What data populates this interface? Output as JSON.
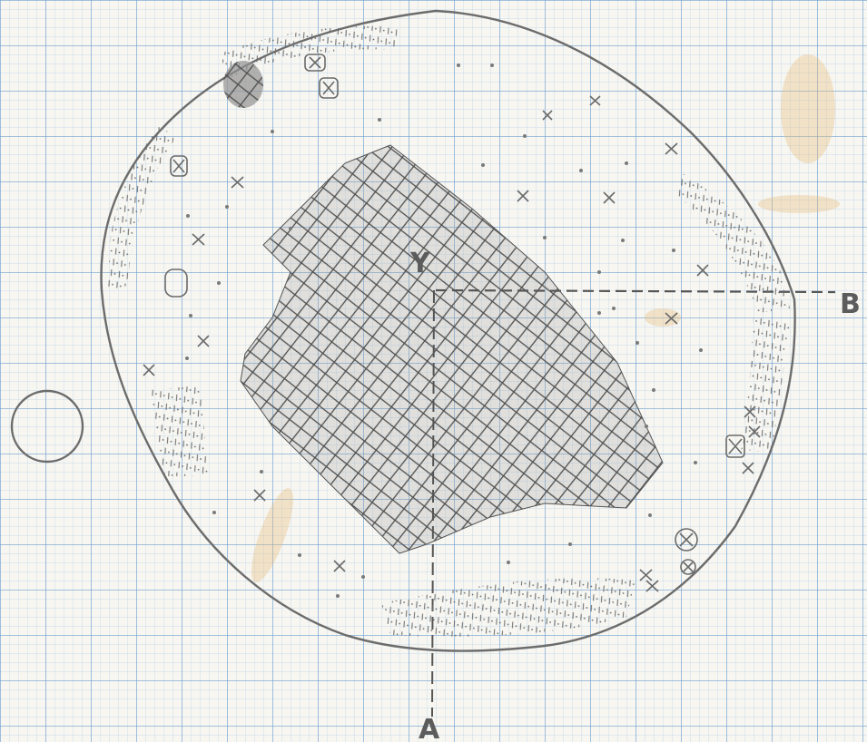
{
  "labels": {
    "center": "Y",
    "right_axis": "B",
    "bottom_axis": "A"
  },
  "colors": {
    "paper": "#f7f6f1",
    "grid_minor": "#b9d3ea",
    "grid_major": "#6f9fd0",
    "pencil": "#5c5c5c",
    "stain": "#e6b978"
  },
  "icons": [
    "boxed-circle-icon",
    "boxed-x-icon",
    "circled-x-icon",
    "x-mark-icon"
  ]
}
